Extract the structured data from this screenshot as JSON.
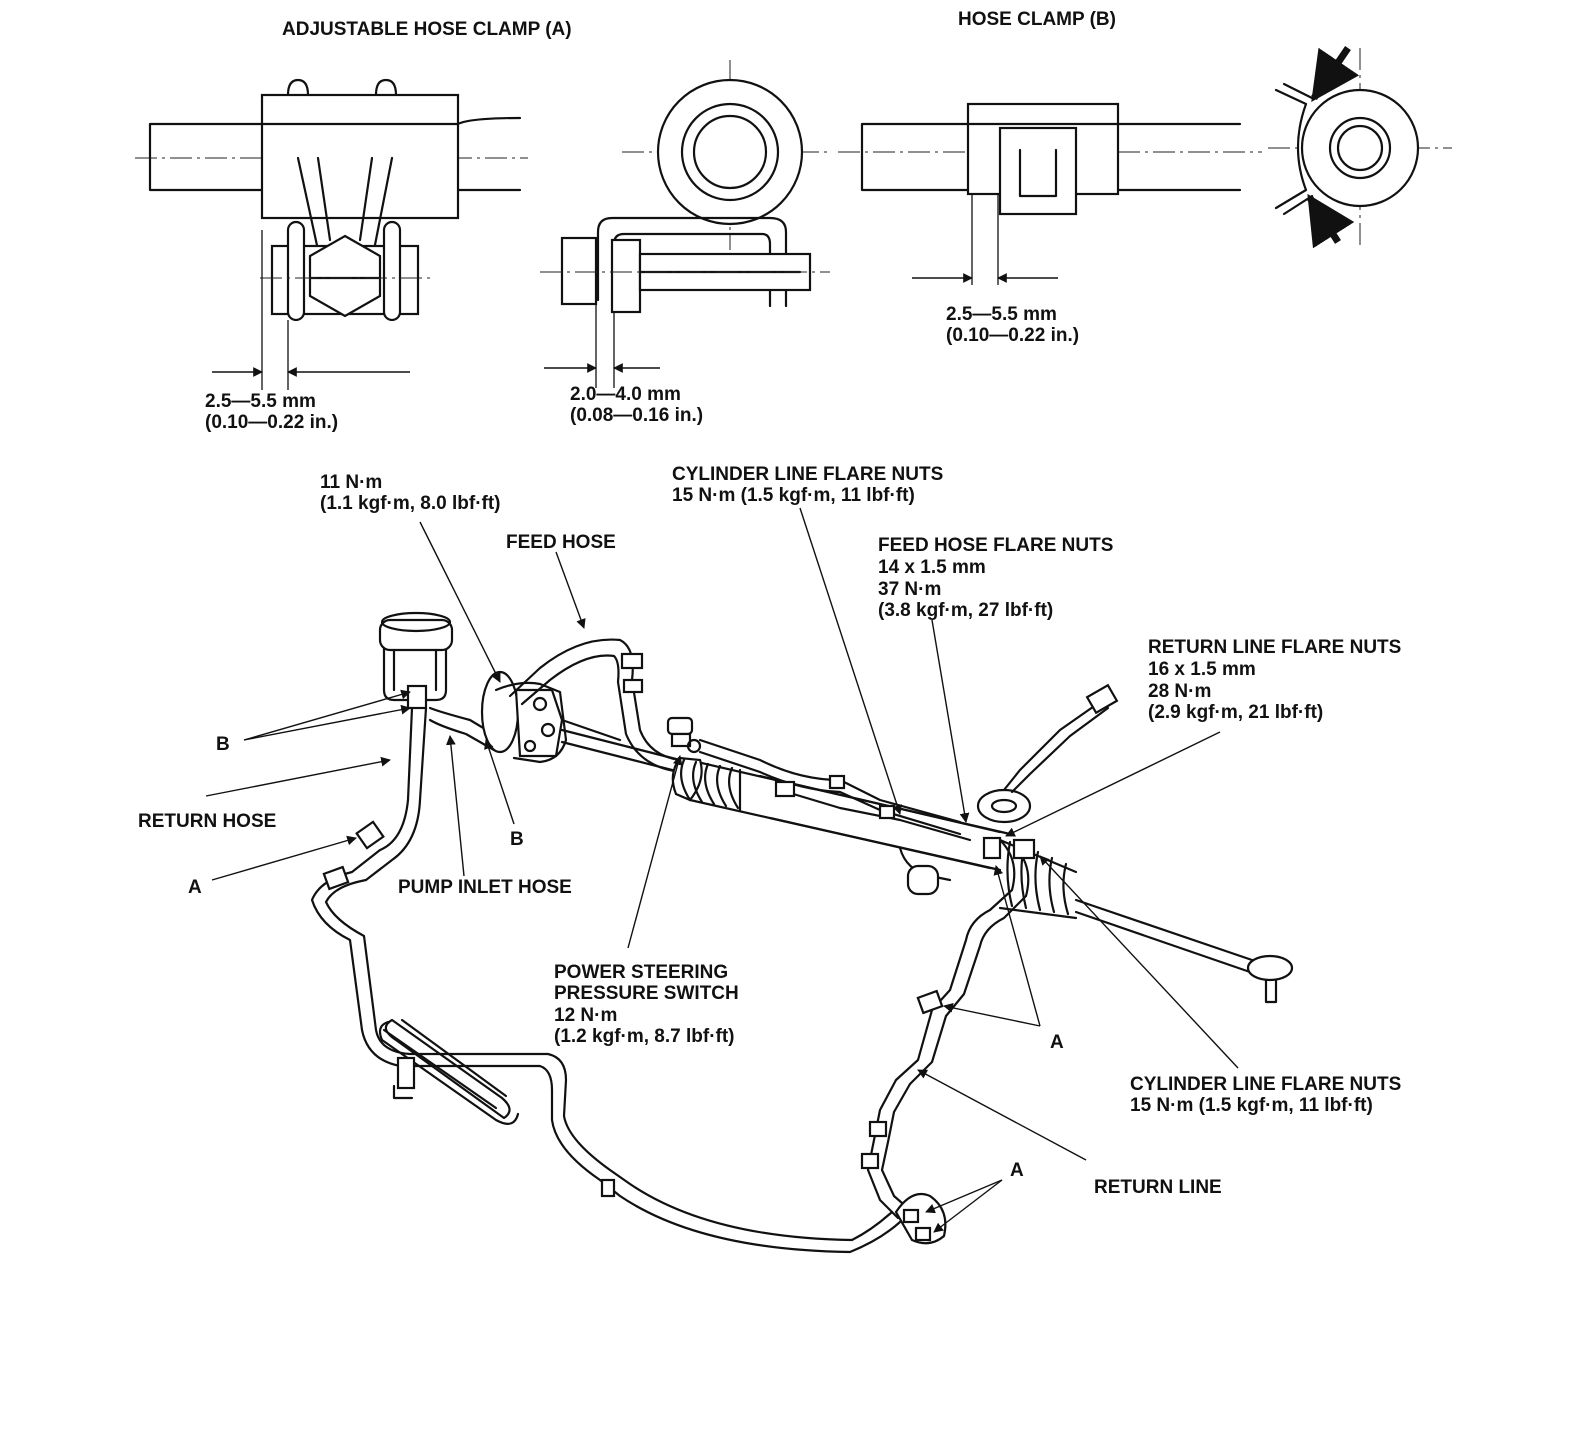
{
  "top": {
    "clamp_a": {
      "title": "ADJUSTABLE HOSE CLAMP (A)",
      "dim1": {
        "line1": "2.5—5.5 mm",
        "line2": "(0.10—0.22 in.)"
      },
      "dim2": {
        "line1": "2.0—4.0 mm",
        "line2": "(0.08—0.16 in.)"
      }
    },
    "clamp_b": {
      "title": "HOSE CLAMP (B)",
      "dim": {
        "line1": "2.5—5.5 mm",
        "line2": "(0.10—0.22 in.)"
      }
    }
  },
  "labels": {
    "pump_torque": {
      "line1": "11 N·m",
      "line2": "(1.1 kgf·m, 8.0 lbf·ft)"
    },
    "feed_hose": "FEED HOSE",
    "cyl_flare_top": {
      "line1": "CYLINDER LINE FLARE NUTS",
      "line2": "15 N·m (1.5 kgf·m, 11 lbf·ft)"
    },
    "feed_flare": {
      "line1": "FEED HOSE FLARE NUTS",
      "line2": "14 x 1.5 mm",
      "line3": "37 N·m",
      "line4": "(3.8 kgf·m, 27 lbf·ft)"
    },
    "return_flare": {
      "line1": "RETURN LINE FLARE NUTS",
      "line2": "16 x 1.5 mm",
      "line3": "28 N·m",
      "line4": "(2.9 kgf·m, 21 lbf·ft)"
    },
    "b_upper": "B",
    "b_lower": "B",
    "return_hose": "RETURN HOSE",
    "a_left": "A",
    "pump_inlet": "PUMP INLET HOSE",
    "ps_switch": {
      "line1": "POWER STEERING",
      "line2": "PRESSURE SWITCH",
      "line3": "12 N·m",
      "line4": "(1.2 kgf·m, 8.7 lbf·ft)"
    },
    "a_mid": "A",
    "cyl_flare_bottom": {
      "line1": "CYLINDER LINE FLARE NUTS",
      "line2": "15 N·m (1.5 kgf·m, 11 lbf·ft)"
    },
    "a_bottom": "A",
    "return_line": "RETURN LINE"
  }
}
